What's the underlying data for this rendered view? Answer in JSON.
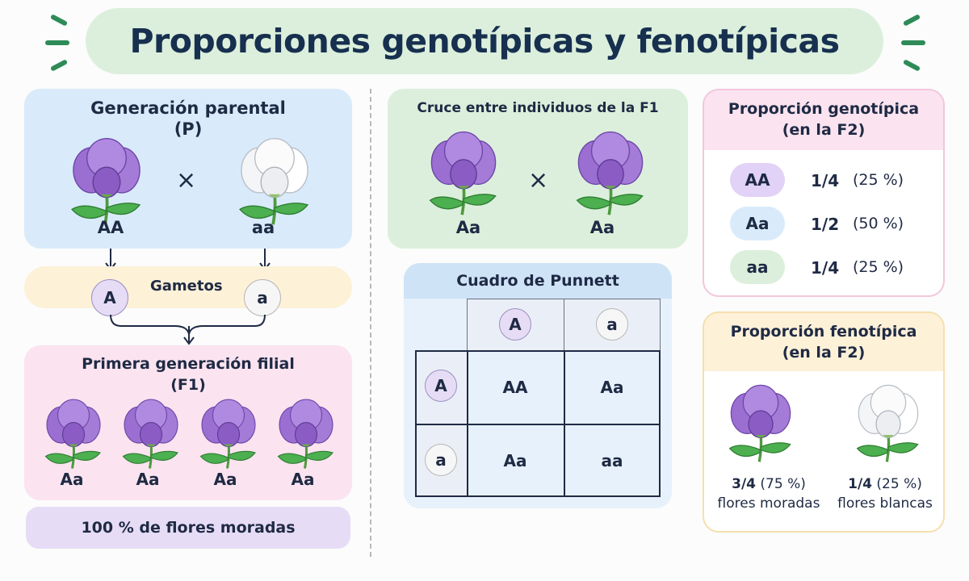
{
  "title": "Proporciones genotípicas y fenotípicas",
  "parental": {
    "title_line1": "Generación parental",
    "title_line2": "(P)",
    "cross_symbol": "×",
    "left_genotype": "AA",
    "right_genotype": "aa"
  },
  "gametes": {
    "label": "Gametos",
    "left": "A",
    "right": "a"
  },
  "f1": {
    "title_line1": "Primera generación filial",
    "title_line2": "(F1)",
    "genotypes": [
      "Aa",
      "Aa",
      "Aa",
      "Aa"
    ],
    "summary": "100 % de flores moradas"
  },
  "f1_cross": {
    "title": "Cruce entre individuos de la F1",
    "cross_symbol": "×",
    "left_genotype": "Aa",
    "right_genotype": "Aa"
  },
  "punnett": {
    "title": "Cuadro de Punnett",
    "col_headers": [
      "A",
      "a"
    ],
    "row_headers": [
      "A",
      "a"
    ],
    "cells": [
      [
        "AA",
        "Aa"
      ],
      [
        "Aa",
        "aa"
      ]
    ]
  },
  "genotypic": {
    "title_line1": "Proporción genotípica",
    "title_line2": "(en la F2)",
    "rows": [
      {
        "genotype": "AA",
        "fraction": "1/4",
        "percent": "(25 %)"
      },
      {
        "genotype": "Aa",
        "fraction": "1/2",
        "percent": "(50 %)"
      },
      {
        "genotype": "aa",
        "fraction": "1/4",
        "percent": "(25 %)"
      }
    ]
  },
  "phenotypic": {
    "title_line1": "Proporción fenotípica",
    "title_line2": "(en la F2)",
    "purple": {
      "fraction": "3/4",
      "percent": "(75 %)",
      "label": "flores moradas"
    },
    "white": {
      "fraction": "1/4",
      "percent": "(25 %)",
      "label": "flores blancas"
    }
  },
  "colors": {
    "purple_flower": "#9b6fd1",
    "white_flower": "#f4f5f7",
    "leaf": "#4caf50",
    "blue_panel": "#d9ebfb",
    "pink_panel": "#fbe3f0",
    "green_panel": "#dcefdc",
    "yellow_panel": "#fdf1d8",
    "lavender": "#e7dcf6"
  }
}
